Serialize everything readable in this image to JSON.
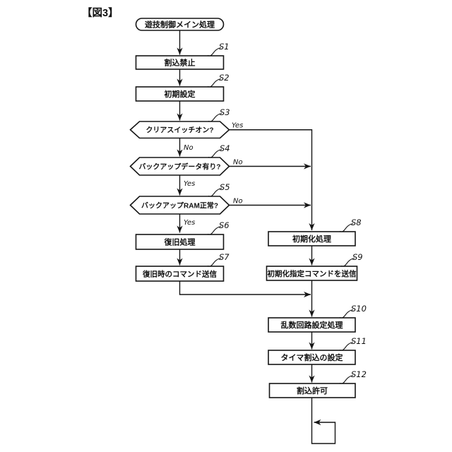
{
  "figure_title": "【図3】",
  "flowchart": {
    "start": {
      "label": "遊技制御メイン処理"
    },
    "steps": {
      "s1": {
        "id": "S1",
        "label": "割込禁止"
      },
      "s2": {
        "id": "S2",
        "label": "初期設定"
      },
      "s3": {
        "id": "S3",
        "label": "クリアスイッチオン?",
        "yes": "Yes",
        "no": "No"
      },
      "s4": {
        "id": "S4",
        "label": "バックアップデータ有り?",
        "yes": "Yes",
        "no": "No"
      },
      "s5": {
        "id": "S5",
        "label": "バックアップRAM正常?",
        "yes": "Yes",
        "no": "No"
      },
      "s6": {
        "id": "S6",
        "label": "復旧処理"
      },
      "s7": {
        "id": "S7",
        "label": "復旧時のコマンド送信"
      },
      "s8": {
        "id": "S8",
        "label": "初期化処理"
      },
      "s9": {
        "id": "S9",
        "label": "初期化指定コマンドを送信"
      },
      "s10": {
        "id": "S10",
        "label": "乱数回路設定処理"
      },
      "s11": {
        "id": "S11",
        "label": "タイマ割込の設定"
      },
      "s12": {
        "id": "S12",
        "label": "割込許可"
      }
    },
    "line_color": "#151515",
    "background": "#ffffff"
  }
}
